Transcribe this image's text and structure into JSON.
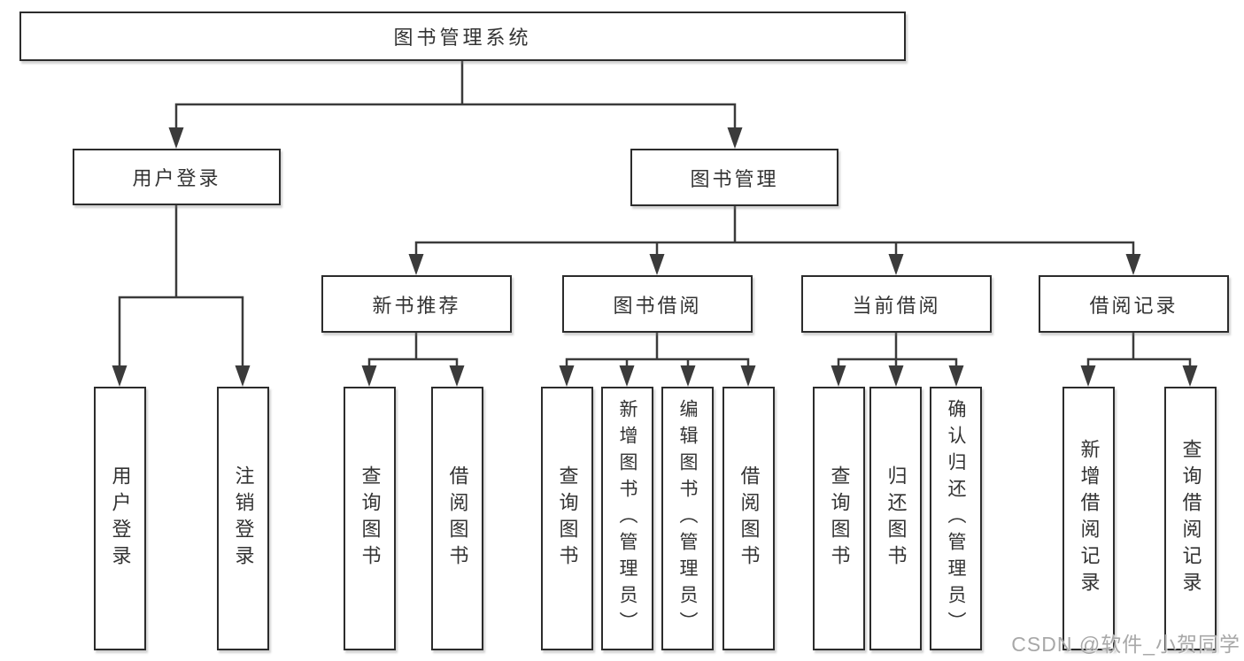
{
  "diagram": {
    "root": {
      "label": "图书管理系统"
    },
    "branches": [
      {
        "label": "用户登录",
        "children": [
          {
            "label": "用户登录"
          },
          {
            "label": "注销登录"
          }
        ]
      },
      {
        "label": "图书管理",
        "children": [
          {
            "label": "新书推荐",
            "children": [
              {
                "label": "查询图书"
              },
              {
                "label": "借阅图书"
              }
            ]
          },
          {
            "label": "图书借阅",
            "children": [
              {
                "label": "查询图书"
              },
              {
                "label": "新增图书（管理员）"
              },
              {
                "label": "编辑图书（管理员）"
              },
              {
                "label": "借阅图书"
              }
            ]
          },
          {
            "label": "当前借阅",
            "children": [
              {
                "label": "查询图书"
              },
              {
                "label": "归还图书"
              },
              {
                "label": "确认归还（管理员）"
              }
            ]
          },
          {
            "label": "借阅记录",
            "children": [
              {
                "label": "新增借阅记录"
              },
              {
                "label": "查询借阅记录"
              }
            ]
          }
        ]
      }
    ]
  },
  "watermark": {
    "text": "CSDN @软件_小贺同学",
    "color": "#a8a8a8"
  },
  "colors": {
    "line": "#3b3b3b",
    "box_border": "#2c2c2c",
    "box_fill": "#ffffff",
    "text": "#333333",
    "background": "#ffffff"
  }
}
